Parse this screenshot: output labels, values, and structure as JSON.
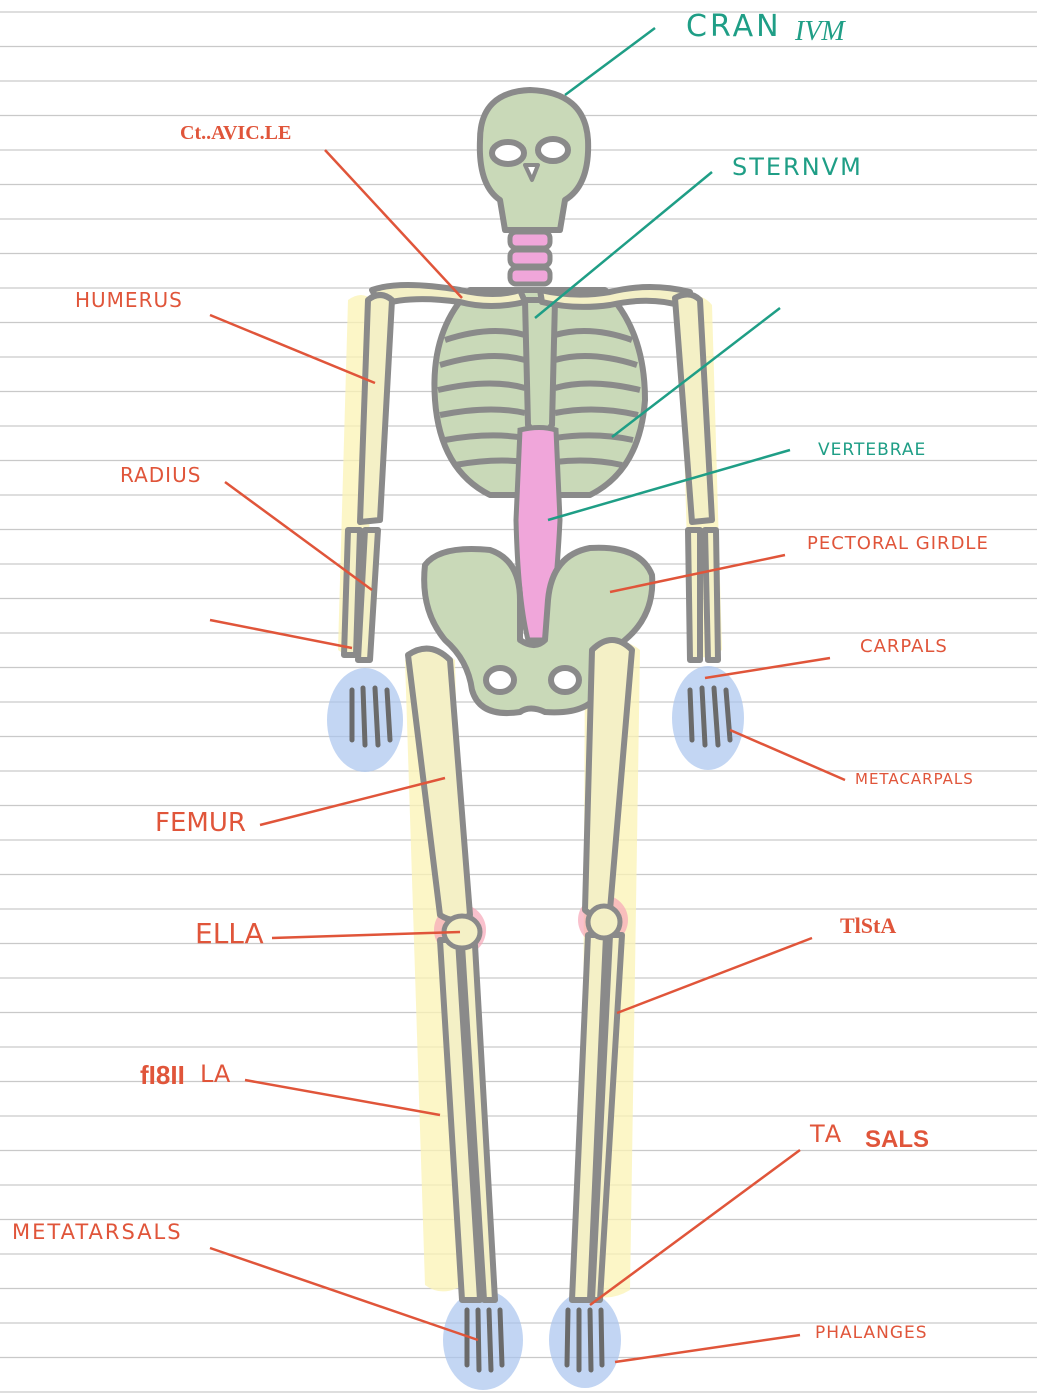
{
  "colors": {
    "paper_line": "#c9c9c9",
    "bone_fill": "#f4f0c6",
    "bone_outline": "#8a8a8a",
    "axial_fill": "#c9d9b8",
    "spine_fill": "#f0a6da",
    "yellow_highlight": "#fbf3b4",
    "blue_highlight": "#a9c4ee",
    "pink_highlight": "#f6a6b8",
    "orange_label": "#e0553a",
    "teal_label": "#1f9e86"
  },
  "labels": {
    "cranium_a": "CRAN",
    "cranium_b": "IVM",
    "clavicle": "Ct..AVIC.LE",
    "sternum": "STERNVM",
    "humerus": "HUMERUS",
    "vertebrae": "VERTEBRAE",
    "radius": "RADIUS",
    "pectoral_girdle": "PECTORAL GIRDLE",
    "carpals": "CARPALS",
    "metacarpals": "METACARPALS",
    "femur": "FEMUR",
    "patella": "ELLA",
    "tibia": "TlStA",
    "fibula_a": "fI8II",
    "fibula_b": "LA",
    "tarsals_a": "TA",
    "tarsals_b": "SALS",
    "metatarsals": "METATARSALS",
    "phalanges": "PHALANGES"
  }
}
